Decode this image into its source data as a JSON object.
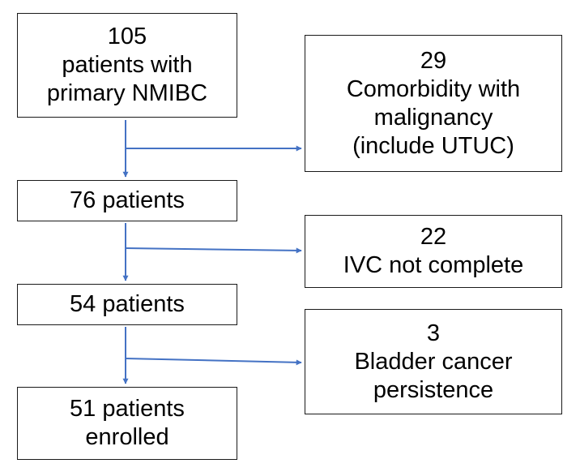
{
  "flow": {
    "boxes": [
      {
        "lines": [
          "105",
          "patients with",
          "primary NMIBC"
        ]
      },
      {
        "lines": [
          "76 patients"
        ]
      },
      {
        "lines": [
          "54 patients"
        ]
      },
      {
        "lines": [
          "51 patients",
          "enrolled"
        ]
      }
    ],
    "exclusions": [
      {
        "lines": [
          "29",
          "Comorbidity with",
          "malignancy",
          "(include UTUC)"
        ]
      },
      {
        "lines": [
          "22",
          "IVC not complete"
        ]
      },
      {
        "lines": [
          "3",
          "Bladder cancer",
          "persistence"
        ]
      }
    ]
  },
  "colors": {
    "arrow": "#4472C4",
    "border": "#1a1a1a"
  }
}
